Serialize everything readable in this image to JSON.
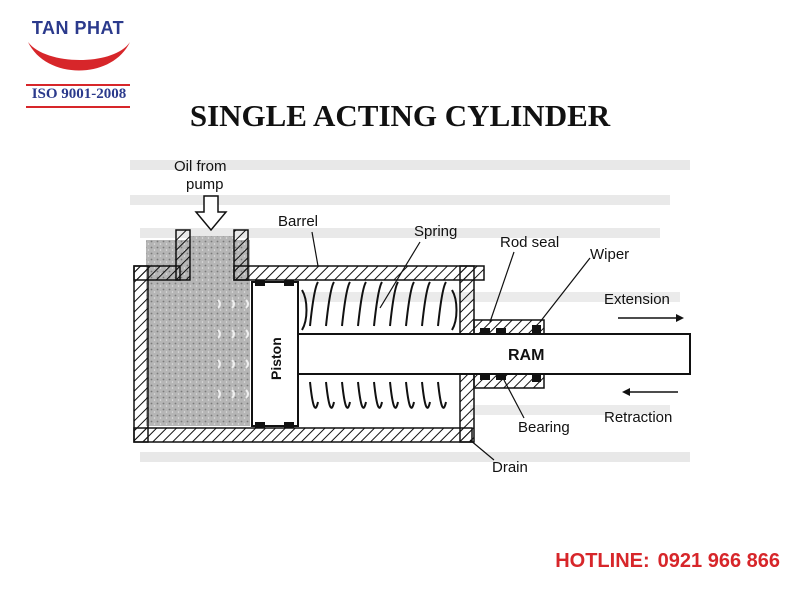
{
  "logo": {
    "company": "TAN PHAT",
    "iso": "ISO 9001-2008"
  },
  "title": "SINGLE ACTING CYLINDER",
  "labels": {
    "oil_from": "Oil from",
    "pump": "pump",
    "barrel": "Barrel",
    "spring": "Spring",
    "rod_seal": "Rod seal",
    "wiper": "Wiper",
    "extension": "Extension",
    "piston": "Piston",
    "ram": "RAM",
    "bearing": "Bearing",
    "retraction": "Retraction",
    "drain": "Drain"
  },
  "hotline": {
    "label": "HOTLINE:",
    "number": "0921 966 866"
  },
  "colors": {
    "brand_blue": "#2b3a8c",
    "brand_red": "#d7262a",
    "oil_fill": "#b8b8b8"
  }
}
